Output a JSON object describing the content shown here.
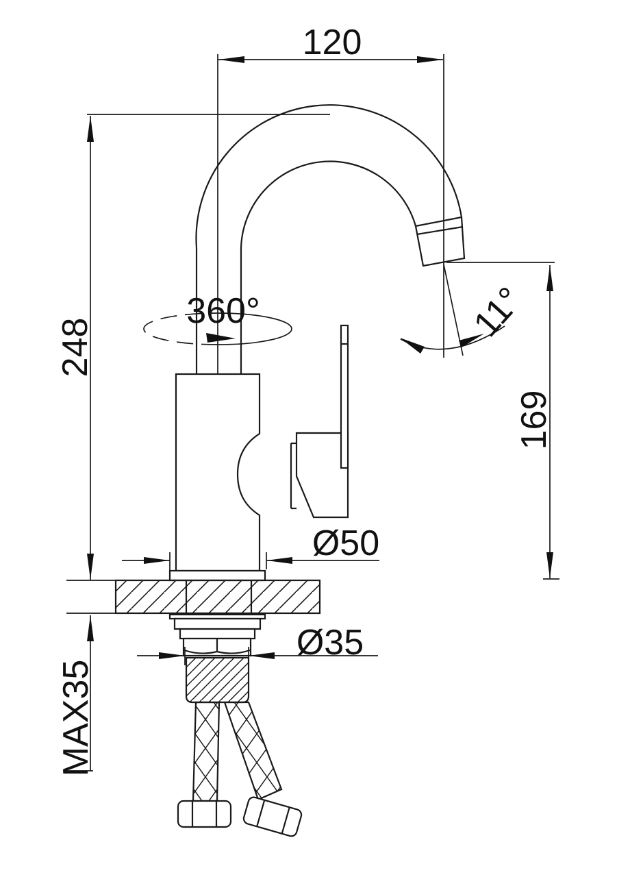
{
  "drawing": {
    "type": "faucet-installation-dimension-drawing",
    "background": "#ffffff",
    "line_color": "#1a1a1a",
    "dimensions": {
      "spout_reach": "120",
      "overall_height": "248",
      "swivel_angle": "360°",
      "outlet_angle": "11°",
      "outlet_height": "169",
      "base_diameter": "Ø50",
      "shank_diameter": "Ø35",
      "max_deck_thickness": "MAX35"
    }
  }
}
